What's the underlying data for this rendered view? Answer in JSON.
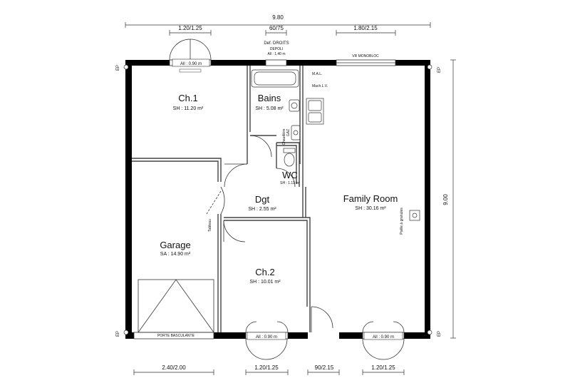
{
  "dimensions": {
    "top_total": "9.80",
    "top_window_1": "1.20/1.25",
    "top_window_2": "60/75",
    "top_window_3": "1.80/2.15",
    "right_total": "9.00",
    "bottom_1": "2.40/2.00",
    "bottom_2": "1.20/1.25",
    "bottom_3": "90/2.15",
    "bottom_4": "1.20/1.25"
  },
  "rooms": {
    "ch1": {
      "name": "Ch.1",
      "area": "SH : 11.20 m²"
    },
    "bains": {
      "name": "Bains",
      "area": "SH : 5.08 m²"
    },
    "wc": {
      "name": "WC",
      "area": "SH : 1.11 m²"
    },
    "dgt": {
      "name": "Dgt",
      "area": "SH : 2.55 m²"
    },
    "family": {
      "name": "Family Room",
      "area": "SH : 30.16 m²"
    },
    "garage": {
      "name": "Garage",
      "area": "SA : 14.90 m²"
    },
    "ch2": {
      "name": "Ch.2",
      "area": "SH : 10.01 m²"
    }
  },
  "labels": {
    "all_top": "All : 0.90 m",
    "all_bottom_1": "All : 0.90 m",
    "all_bottom_2": "All : 0.90 m",
    "def_droits_1": "Def. DROITS",
    "def_droits_2": "DEPOLI",
    "def_droits_3": "All : 1.40 m",
    "vr_monobloc": "VR MONOBLOC",
    "mal": "M.A.L.",
    "mach_lv": "Mach.L.V.",
    "chaudiere": "Chaudière",
    "gaz": "GAZ",
    "tableau": "Tableau",
    "porte_granules": "Poêle à granules",
    "porte_basculante": "PORTE BASCULANTE",
    "ep": "EP"
  },
  "colors": {
    "wall": "#000000",
    "partition": "#555555",
    "line": "#333333"
  }
}
